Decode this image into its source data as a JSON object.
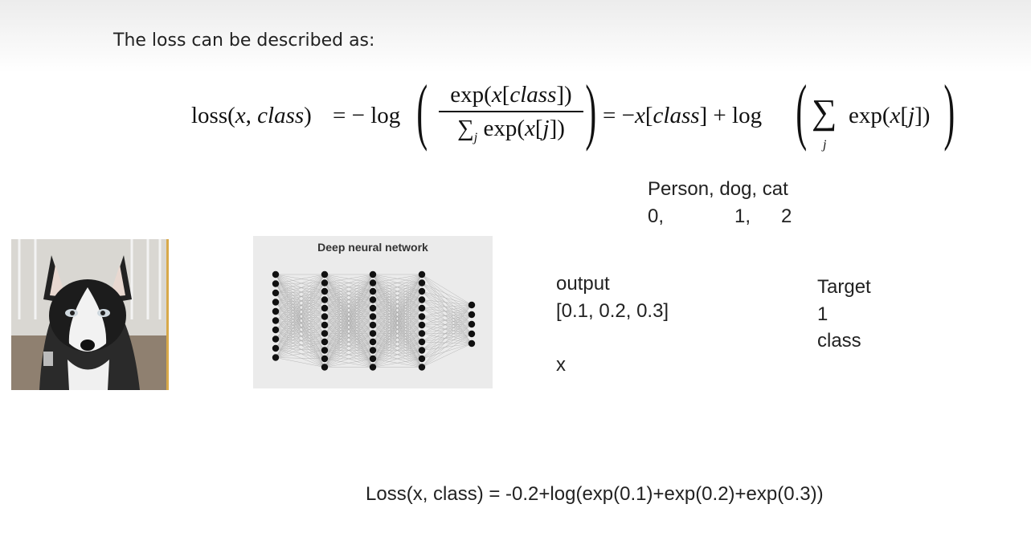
{
  "intro_text": "The loss can be described as:",
  "formula": {
    "lhs": "loss(x, class)",
    "eq1": "= − log",
    "num": "exp(x[class])",
    "den": "∑j exp(x[j])",
    "eq2": "= −x[class] + log",
    "sum_body": "exp(x[j])",
    "sum_sub": "j"
  },
  "classes": {
    "names": "Person, dog, cat",
    "indices": [
      "0,",
      "1,",
      "2"
    ]
  },
  "output": {
    "label": "output",
    "values": "[0.1, 0.2, 0.3]",
    "var": "x"
  },
  "target": {
    "label": "Target",
    "value": "1",
    "var": "class"
  },
  "network_title": "Deep neural network",
  "loss_calc": "Loss(x, class) = -0.2+log(exp(0.1)+exp(0.2)+exp(0.3))"
}
